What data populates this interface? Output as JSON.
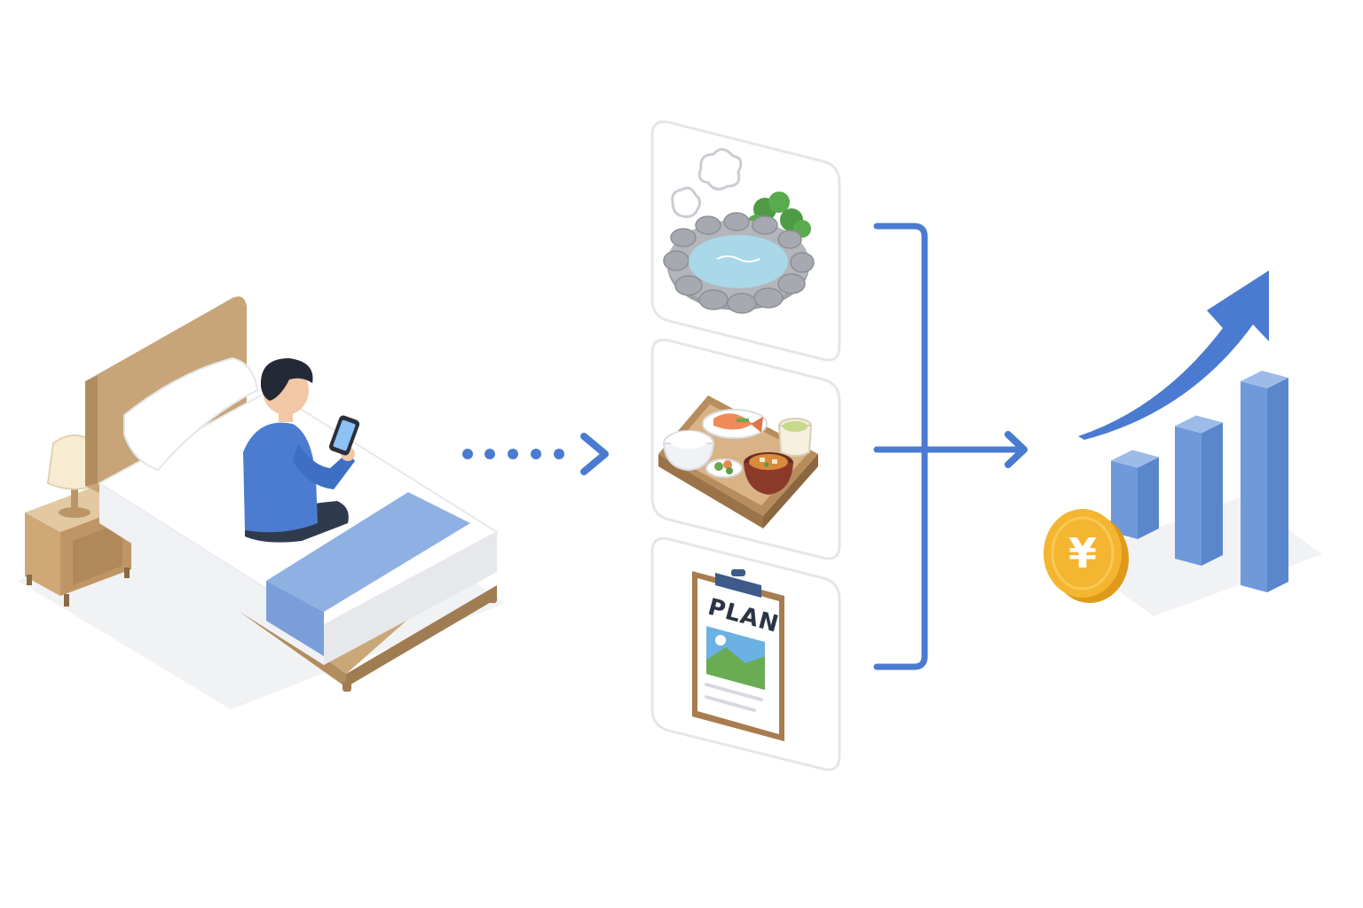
{
  "colors": {
    "accent_blue": "#4a7bd0",
    "bar_blue": "#6f99d9",
    "bed_wood": "#c7a578",
    "coin_gold": "#f4b531",
    "panel_border": "#e6e6e6"
  },
  "left_scene": {
    "description_icons": [
      "bed-icon",
      "person-with-phone-icon",
      "bedside-lamp-icon",
      "nightstand-icon"
    ]
  },
  "connector_left": {
    "style": "dotted-arrow",
    "dots": 5
  },
  "panels": [
    {
      "name": "onsen-panel",
      "icon": "hot-spring-icon"
    },
    {
      "name": "meal-panel",
      "icon": "japanese-meal-tray-icon"
    },
    {
      "name": "plan-panel",
      "icon": "plan-clipboard-icon",
      "label": "PLAN"
    }
  ],
  "connector_right": {
    "style": "bracket-arrow"
  },
  "right_scene": {
    "icons": [
      "bar-chart-icon",
      "up-trend-arrow-icon",
      "yen-coin-icon"
    ],
    "coin_symbol": "¥",
    "bar_levels": [
      0.35,
      0.65,
      1.0
    ]
  }
}
